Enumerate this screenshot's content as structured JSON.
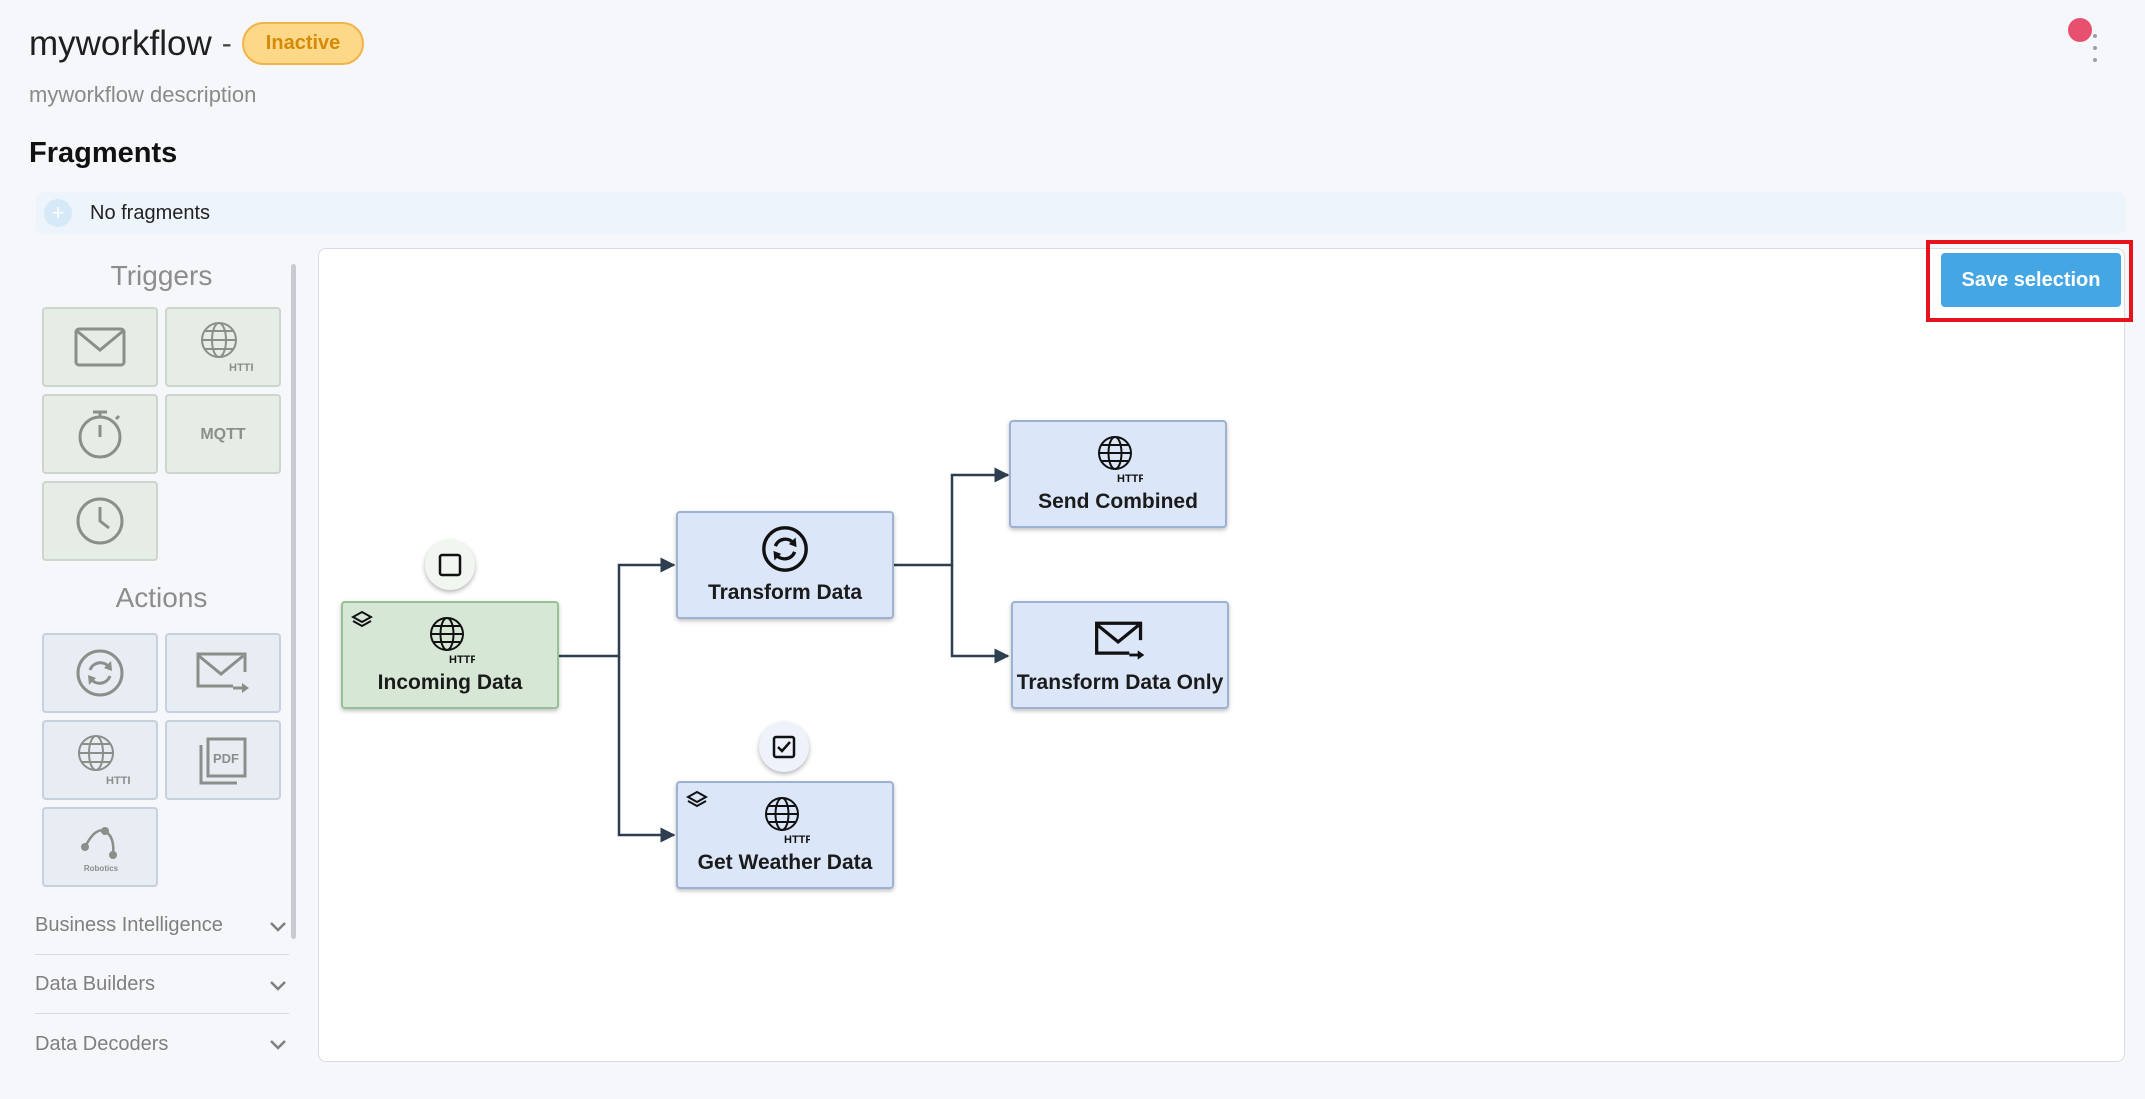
{
  "workflow": {
    "name": "myworkflow",
    "separator": "-",
    "status": "Inactive",
    "description": "myworkflow description"
  },
  "fragments": {
    "title": "Fragments",
    "empty_text": "No fragments"
  },
  "palette": {
    "triggers_heading": "Triggers",
    "actions_heading": "Actions",
    "trigger_tiles": [
      {
        "icon": "mail-icon"
      },
      {
        "icon": "http-globe-icon",
        "caption": "HTTP"
      },
      {
        "icon": "stopwatch-icon"
      },
      {
        "icon": "mqtt-icon",
        "caption": "MQTT"
      },
      {
        "icon": "clock-icon"
      }
    ],
    "action_tiles": [
      {
        "icon": "transform-sync-icon"
      },
      {
        "icon": "send-mail-icon"
      },
      {
        "icon": "http-globe-icon",
        "caption": "HTTP"
      },
      {
        "icon": "pdf-icon",
        "caption": "PDF"
      },
      {
        "icon": "robotics-icon",
        "caption": "Robotics"
      }
    ],
    "categories": [
      "Business Intelligence",
      "Data Builders",
      "Data Decoders"
    ]
  },
  "canvas": {
    "save_label": "Save selection",
    "nodes": {
      "incoming": {
        "label": "Incoming Data",
        "caption": "HTTP"
      },
      "transform": {
        "label": "Transform Data"
      },
      "send_combined": {
        "label": "Send Combined",
        "caption": "HTTP"
      },
      "transform_only": {
        "label": "Transform Data Only"
      },
      "weather": {
        "label": "Get Weather Data",
        "caption": "HTTP"
      }
    }
  },
  "colors": {
    "trigger_node": "#d7e7d6",
    "action_node": "#dbe6f8",
    "accent_button": "#45a6e4",
    "badge": "#fdd889",
    "status_dot": "#e8506f",
    "highlight": "#e8121a"
  }
}
